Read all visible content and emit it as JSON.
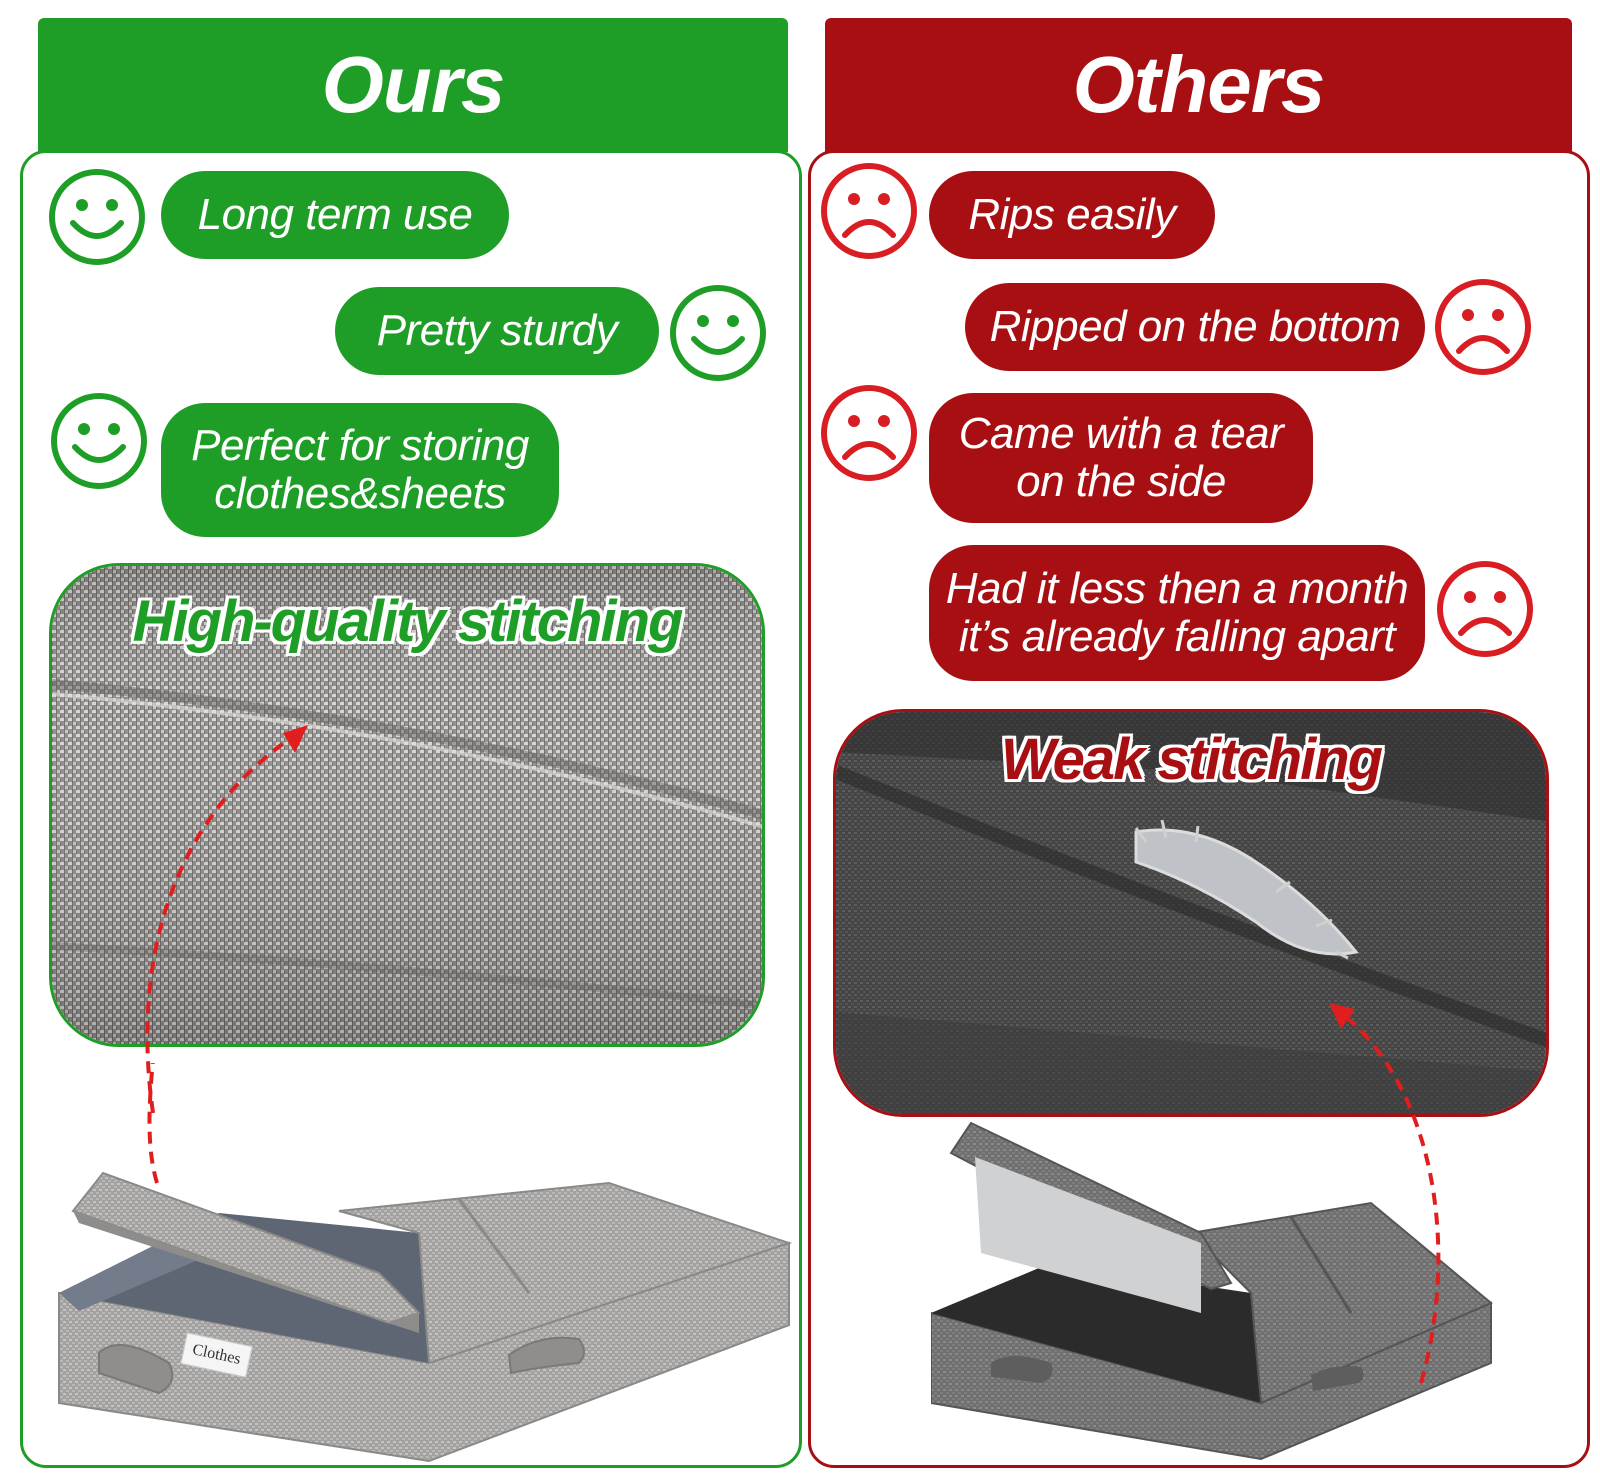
{
  "ours": {
    "title": "Ours",
    "color": "#1f9e27",
    "pills": [
      {
        "lines": [
          "Long term use"
        ]
      },
      {
        "lines": [
          "Pretty sturdy"
        ]
      },
      {
        "lines": [
          "Perfect for storing",
          "clothes&sheets"
        ]
      }
    ],
    "photo_title": "High-quality stitching",
    "box_label": "Clothes",
    "face_icon": "smiley-face-icon"
  },
  "others": {
    "title": "Others",
    "color": "#a80f12",
    "pills": [
      {
        "lines": [
          "Rips easily"
        ]
      },
      {
        "lines": [
          "Ripped on the bottom"
        ]
      },
      {
        "lines": [
          "Came with a tear",
          "on the side"
        ]
      },
      {
        "lines": [
          "Had it less then a month",
          "it’s already falling apart"
        ]
      }
    ],
    "photo_title": "Weak stitching",
    "face_icon": "sad-face-icon"
  }
}
